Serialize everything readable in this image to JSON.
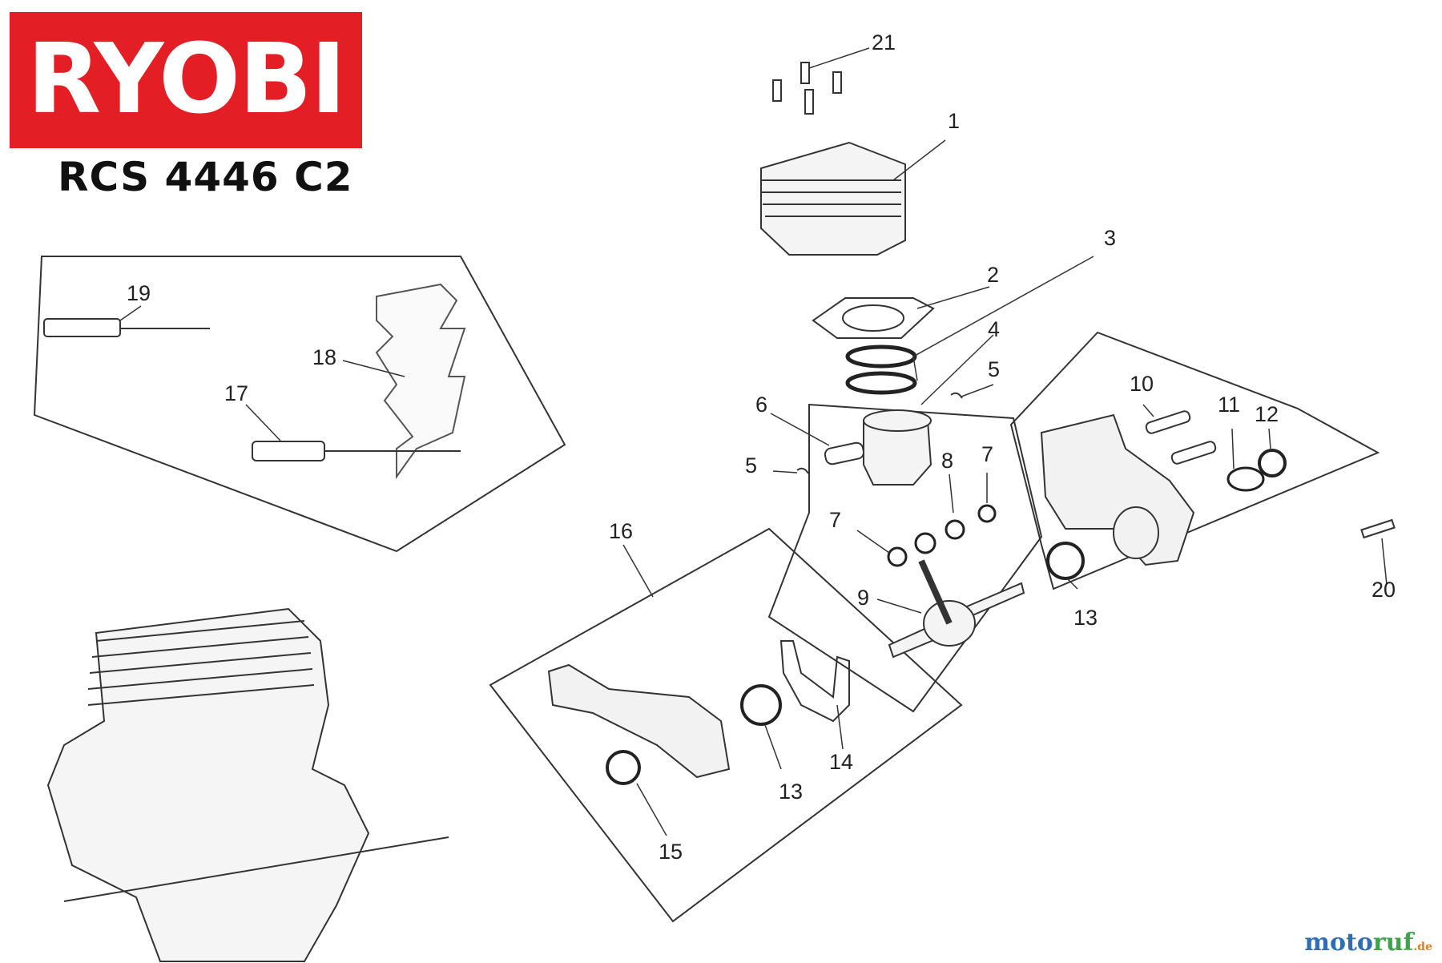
{
  "brand": {
    "logo_text": "RYOBI",
    "color": "#e31e24"
  },
  "model": "RCS 4446 C2",
  "callouts": [
    "21",
    "1",
    "2",
    "3",
    "4",
    "5",
    "6",
    "5",
    "8",
    "7",
    "7",
    "9",
    "10",
    "11",
    "12",
    "13",
    "20",
    "19",
    "18",
    "17",
    "16",
    "13",
    "14",
    "15"
  ],
  "watermark": {
    "part1": "moto",
    "part2": "ruf",
    "part3": ".de"
  }
}
